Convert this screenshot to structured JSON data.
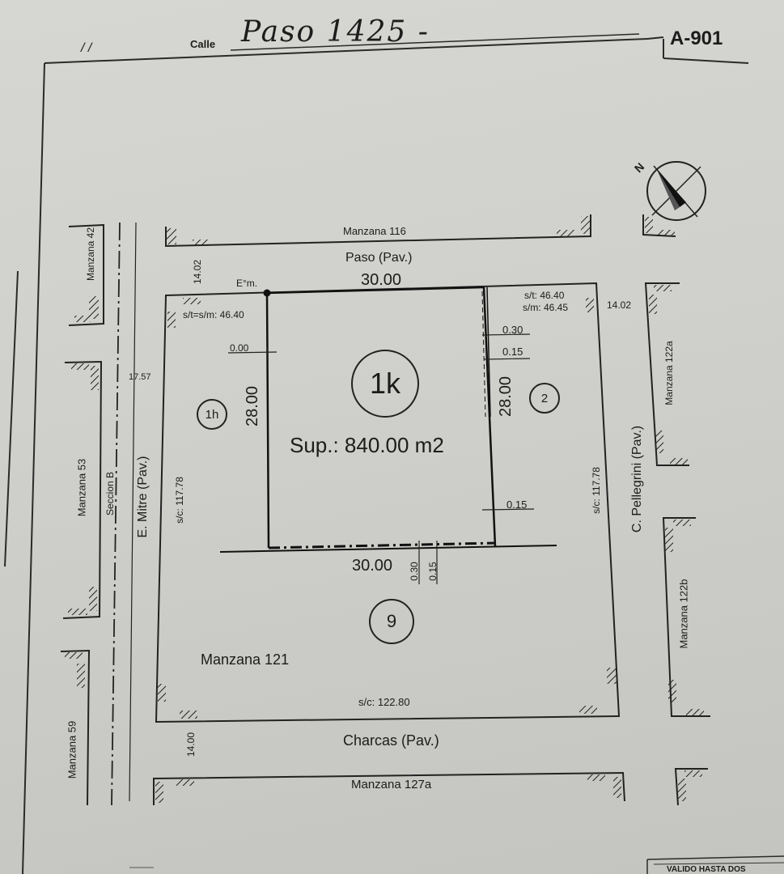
{
  "header": {
    "slash": "/ /",
    "calle_label": "Calle",
    "street_handwritten": "Paso 1425 -",
    "plan_code": "A-901"
  },
  "streets": {
    "top": "Paso (Pav.)",
    "bottom": "Charcas (Pav.)",
    "left": "E. Mitre (Pav.)",
    "right": "C. Pellegrini (Pav.)",
    "section": "Seccion B"
  },
  "blocks": {
    "top": "Manzana 116",
    "main": "Manzana 121",
    "bottom": "Manzana 127a",
    "left_top": "Manzana 42",
    "left_mid": "Manzana 53",
    "left_bottom": "Manzana 59",
    "right_top": "Manzana 122a",
    "right_bottom": "Manzana 122b"
  },
  "lot": {
    "id": "1k",
    "area": "Sup.: 840.00 m2",
    "front": "30.00",
    "back": "30.00",
    "left_side": "28.00",
    "right_side": "28.00"
  },
  "neighbours": {
    "left": "1h",
    "right": "2",
    "bottom": "9"
  },
  "measures": {
    "street_width_paso": "14.02",
    "street_width_pellegrini": "14.02",
    "street_width_mitre": "17.57",
    "street_width_charcas": "14.00",
    "corner_mark": "E°m.",
    "level_left": "s/t=s/m: 46.40",
    "level_right_t": "s/t: 46.40",
    "level_right_m": "s/m: 46.45",
    "side_left": "s/c: 117.78",
    "side_right": "s/c: 117.78",
    "side_bottom": "s/c: 122.80",
    "offset_000": "0.00",
    "offset_030_top": "0.30",
    "offset_015_top": "0.15",
    "offset_015_right": "0.15",
    "offset_030_bottom": "0.30",
    "offset_015_bottom": "0.15"
  },
  "compass": {
    "north": "N"
  },
  "footer": {
    "valid_note": "VALIDO HASTA DOS"
  }
}
